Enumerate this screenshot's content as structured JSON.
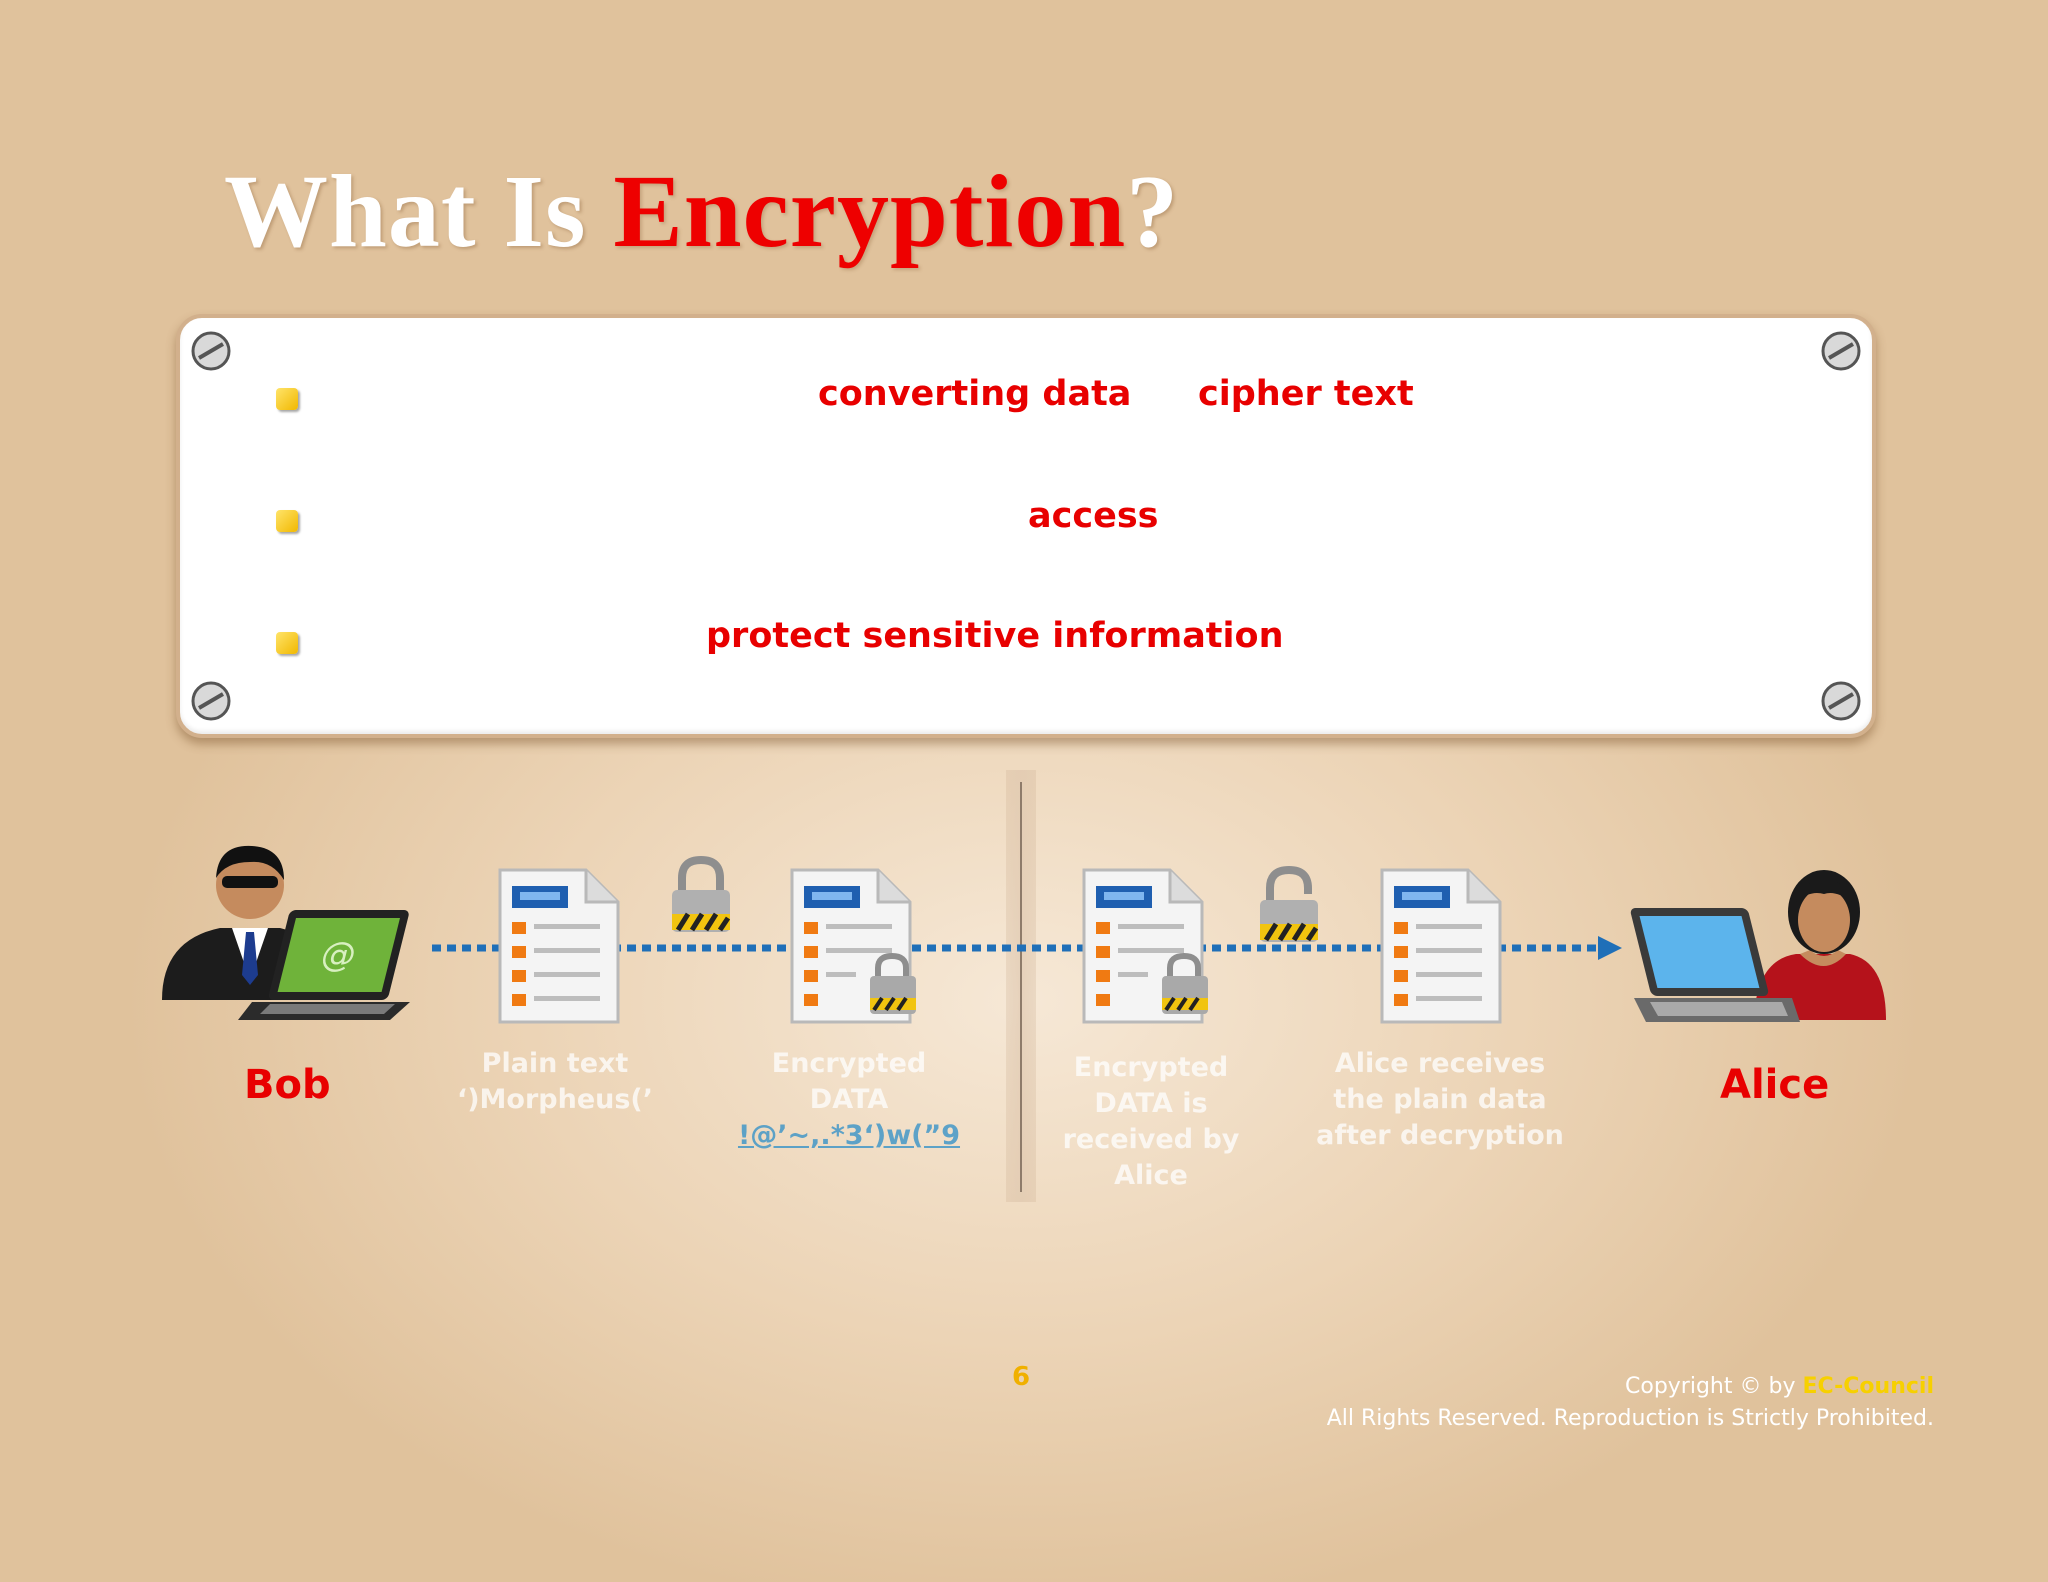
{
  "title": {
    "part1": "What Is ",
    "part2": "Encryption",
    "part3": "?"
  },
  "bullets": [
    {
      "keywords": [
        "converting data",
        "cipher text"
      ]
    },
    {
      "keywords": [
        "access"
      ]
    },
    {
      "keywords": [
        "protect sensitive information"
      ]
    }
  ],
  "diagram": {
    "sender": "Bob",
    "receiver": "Alice",
    "steps": [
      {
        "caption": "Plain text",
        "sub": "‘)Morpheus(’"
      },
      {
        "caption": "Encrypted DATA",
        "sub": "!@’~,.*3‘)w(”9"
      },
      {
        "caption": "Encrypted DATA is received by Alice"
      },
      {
        "caption": "Alice receives the plain data after decryption"
      }
    ]
  },
  "footer": {
    "page_number": "6",
    "copyright_prefix": "Copyright © by ",
    "brand": "EC-Council",
    "rights": "All Rights Reserved. Reproduction is Strictly Prohibited."
  },
  "colors": {
    "accent": "#ee0000",
    "bullet": "#f1b800",
    "arrow": "#1f6fb8",
    "background": "#e8cfae"
  }
}
